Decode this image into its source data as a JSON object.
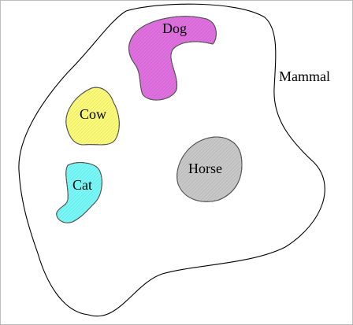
{
  "diagram": {
    "outer_label": "Mammal",
    "regions": [
      {
        "label": "Dog",
        "color": "#e070e0",
        "pattern": "hatched"
      },
      {
        "label": "Cow",
        "color": "#fbfb78",
        "pattern": "hatched"
      },
      {
        "label": "Horse",
        "color": "#c8c8c8",
        "pattern": "hatched"
      },
      {
        "label": "Cat",
        "color": "#78f8f8",
        "pattern": "hatched"
      }
    ],
    "colors": {
      "outline": "#000000",
      "region_border": "#555555",
      "background": "#ffffff"
    }
  }
}
